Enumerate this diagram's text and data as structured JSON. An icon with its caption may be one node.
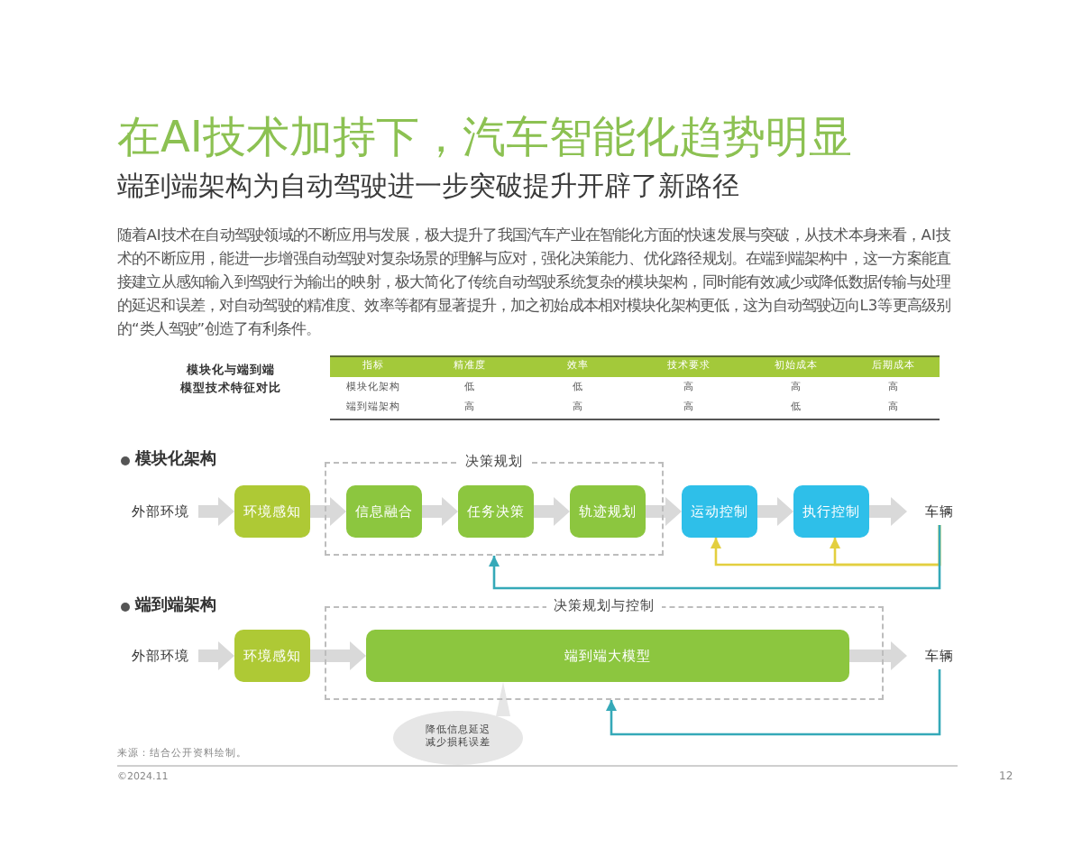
{
  "diagram": {
    "title": "在AI技术加持下，汽车智能化趋势明显",
    "nodes": [
      {
        "text": [
          "外部环境"
        ]
      },
      {
        "text": [
          "环境感知"
        ]
      },
      {
        "text": [
          "决策规划"
        ]
      },
      {
        "text": [
          "信息融合"
        ],
        "in": 2
      },
      {
        "text": [
          "任务决策"
        ],
        "in": 2
      },
      {
        "text": [
          "轨迹规划"
        ],
        "in": 2
      },
      {
        "text": [
          "运动控制"
        ]
      },
      {
        "text": [
          "执行控制"
        ]
      },
      {
        "text": [
          "车辆"
        ]
      },
      {
        "text": [
          "外部环境"
        ]
      },
      {
        "text": [
          "环境感知"
        ]
      },
      {
        "text": [
          "决策规划与控制"
        ]
      },
      {
        "text": [
          "端到端大模型"
        ],
        "in": 11
      },
      {
        "text": [
          "车辆"
        ]
      },
      {
        "text": [
          "降低信息延迟减少损耗误差"
        ]
      }
    ],
    "edges": [
      {
        "from": 0,
        "to": 1,
        "arrow": "to"
      },
      {
        "from": 1,
        "to": 3,
        "arrow": "to"
      },
      {
        "from": 3,
        "to": 4,
        "arrow": "to"
      },
      {
        "from": 4,
        "to": 5,
        "arrow": "to"
      },
      {
        "from": 5,
        "to": 6,
        "arrow": "to"
      },
      {
        "from": 6,
        "to": 7,
        "arrow": "to"
      },
      {
        "from": 7,
        "to": 8,
        "arrow": "to"
      },
      {
        "from": 8,
        "to": 6,
        "arrow": "to",
        "color": "#e3cf3f"
      },
      {
        "from": 8,
        "to": 7,
        "arrow": "to",
        "color": "#e3cf3f"
      },
      {
        "from": 8,
        "to": 2,
        "arrow": "to",
        "color": "#35a9b8"
      },
      {
        "from": 9,
        "to": 10,
        "arrow": "to"
      },
      {
        "from": 10,
        "to": 12,
        "arrow": "to"
      },
      {
        "from": 12,
        "to": 13,
        "arrow": "to"
      },
      {
        "from": 13,
        "to": 11,
        "arrow": "to",
        "color": "#35a9b8"
      },
      {
        "from": 14,
        "to": 12,
        "arrow": "none"
      }
    ],
    "labels": [
      "端到端架构为自动驾驶进一步突破提升开辟了新路径",
      "随着AI技术在自动驾驶领域的不断应用与发展，极大提升了我国汽车产业在智能化方面的快速发展与突破，从技术本身来看，AI技术的不断应用，能进一步增强自动驾驶对复杂场景的理解与应对，强化决策能力、优化路径规划。在端到端架构中，这一方案能直接建立从感知输入到驾驶行为输出的映射，极大简化了传统自动驾驶系统复杂的模块架构，同时能有效减少或降低数据传输与处理的延迟和误差，对自动驾驶的精准度、效率等都有显著提升，加之初始成本相对模块化架构更低，这为自动驾驶迈向L3等更高级别的“类人驾驶”创造了有利条件。",
      "模块化与端到端模型技术特征对比",
      "指标",
      "精准度",
      "效率",
      "技术要求",
      "初始成本",
      "后期成本",
      "模块化架构",
      "低",
      "低",
      "高",
      "高",
      "高",
      "端到端架构",
      "高",
      "高",
      "高",
      "低",
      "高",
      "模块化架构",
      "端到端架构",
      "来源：结合公开资料绘制。",
      "©2024.11",
      "12"
    ]
  }
}
